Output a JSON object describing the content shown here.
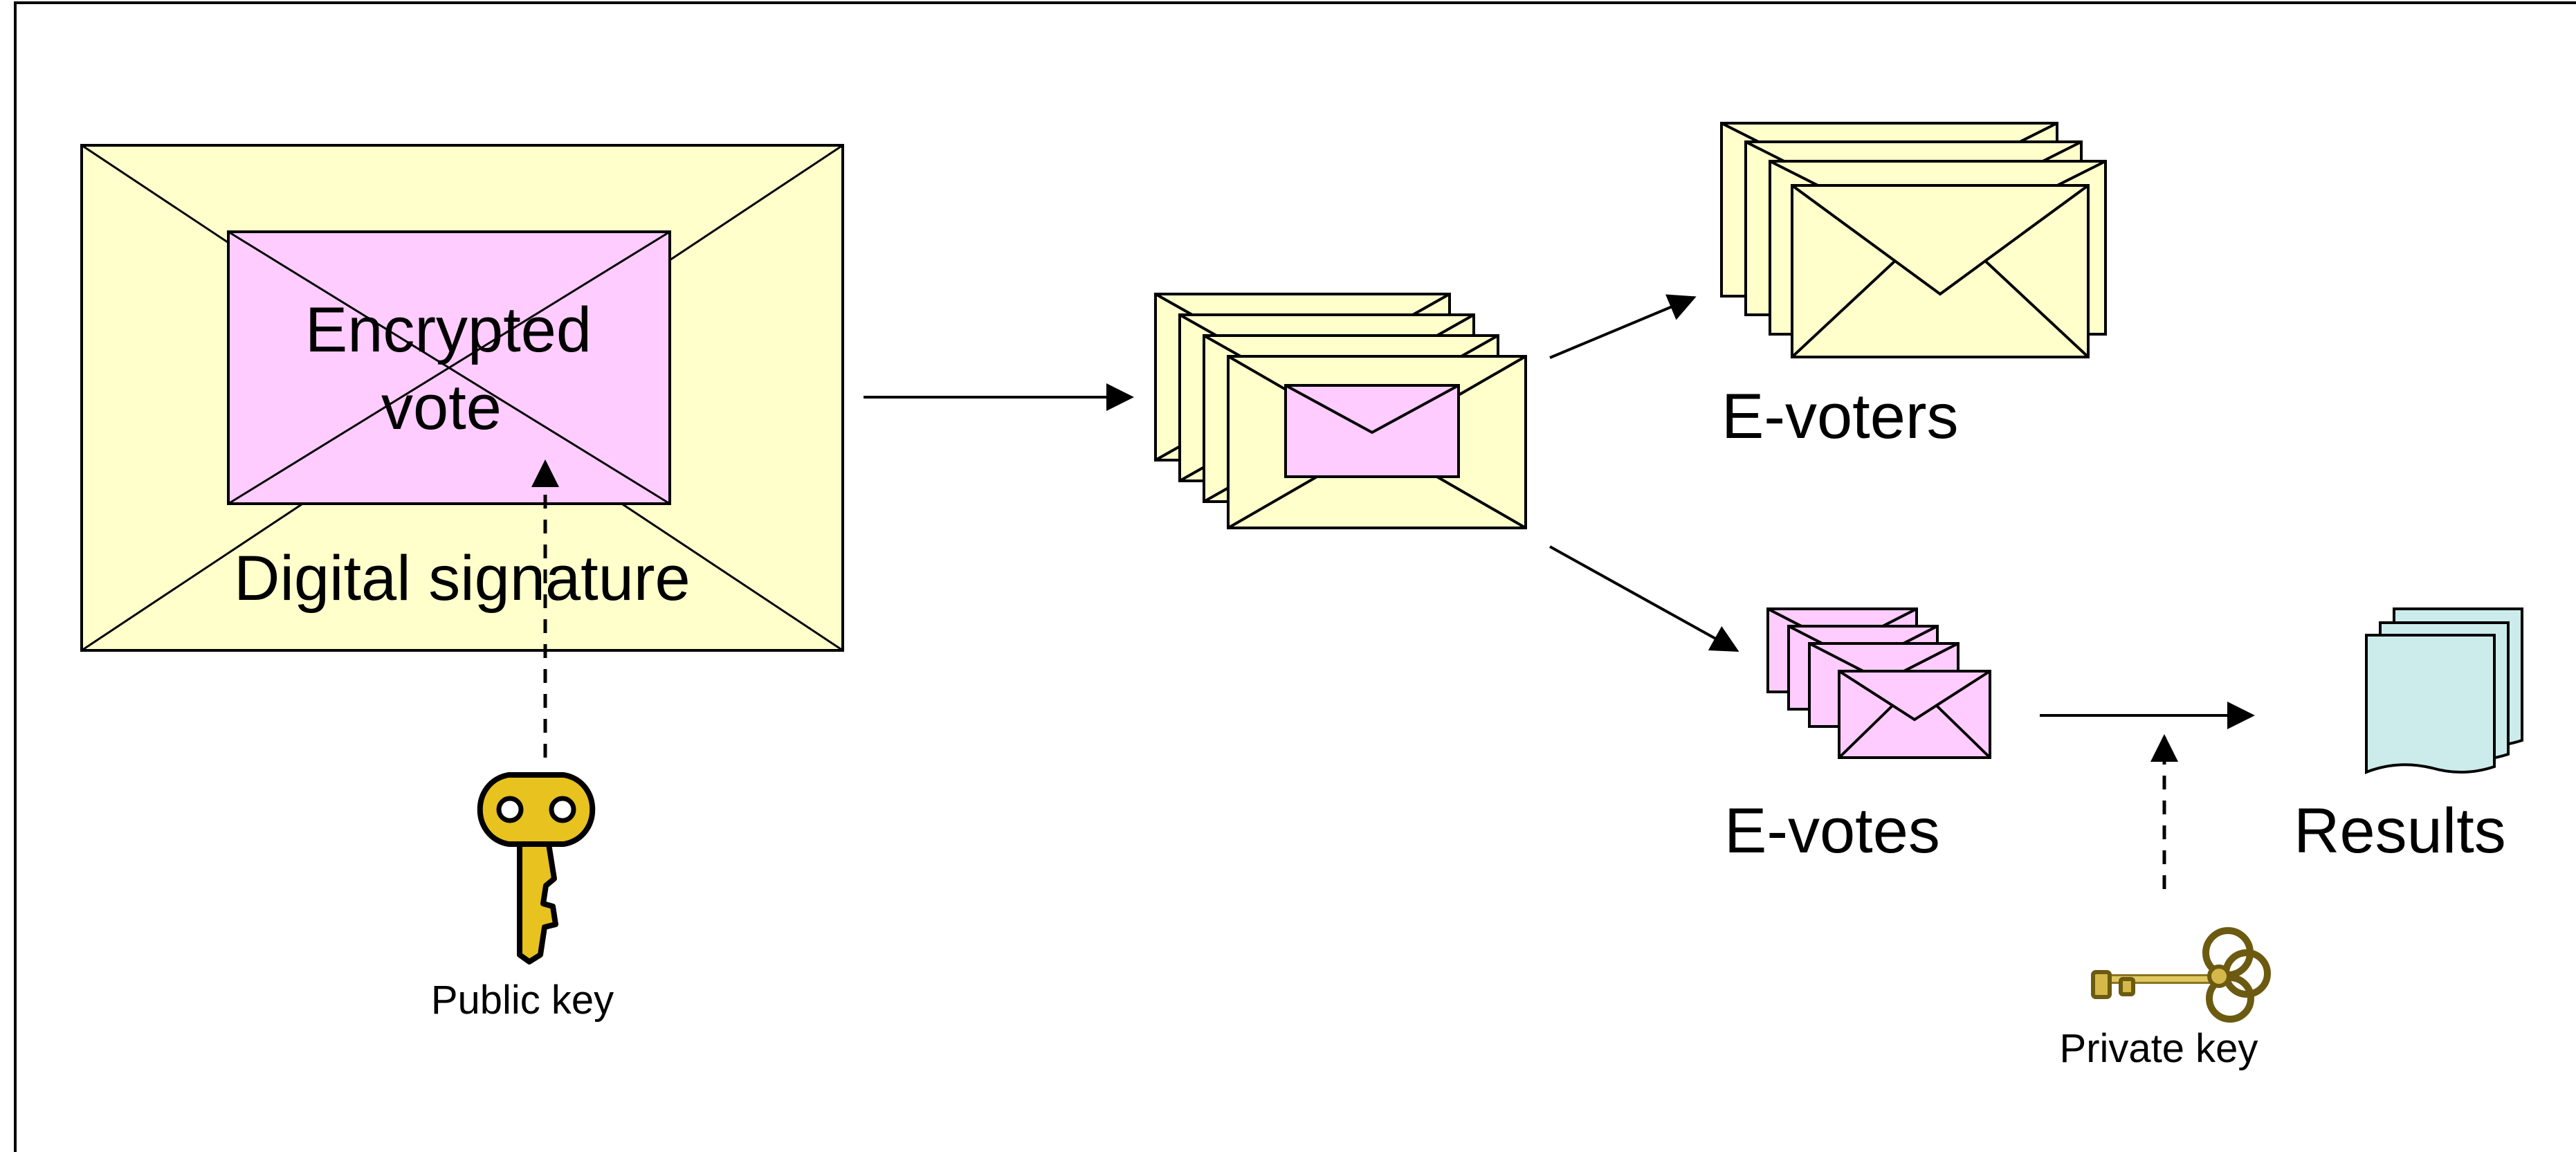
{
  "colors": {
    "outer_envelope": "#FFFFCC",
    "vote_envelope": "#FFCCFF",
    "results_paper": "#CCECEC",
    "key_public": "#E8C21E",
    "key_private": "#D4B84A",
    "stroke": "#000000",
    "background": "#FFFFFF"
  },
  "labels": {
    "encrypted_vote_line1": "Encrypted",
    "encrypted_vote_line2": "vote",
    "digital_signature": "Digital signature",
    "public_key": "Public key",
    "e_voters": "E-voters",
    "e_votes": "E-votes",
    "results": "Results",
    "private_key": "Private key"
  },
  "icons": {
    "public_key": "key-icon",
    "private_key": "ornate-key-icon",
    "results": "document-stack-icon"
  }
}
